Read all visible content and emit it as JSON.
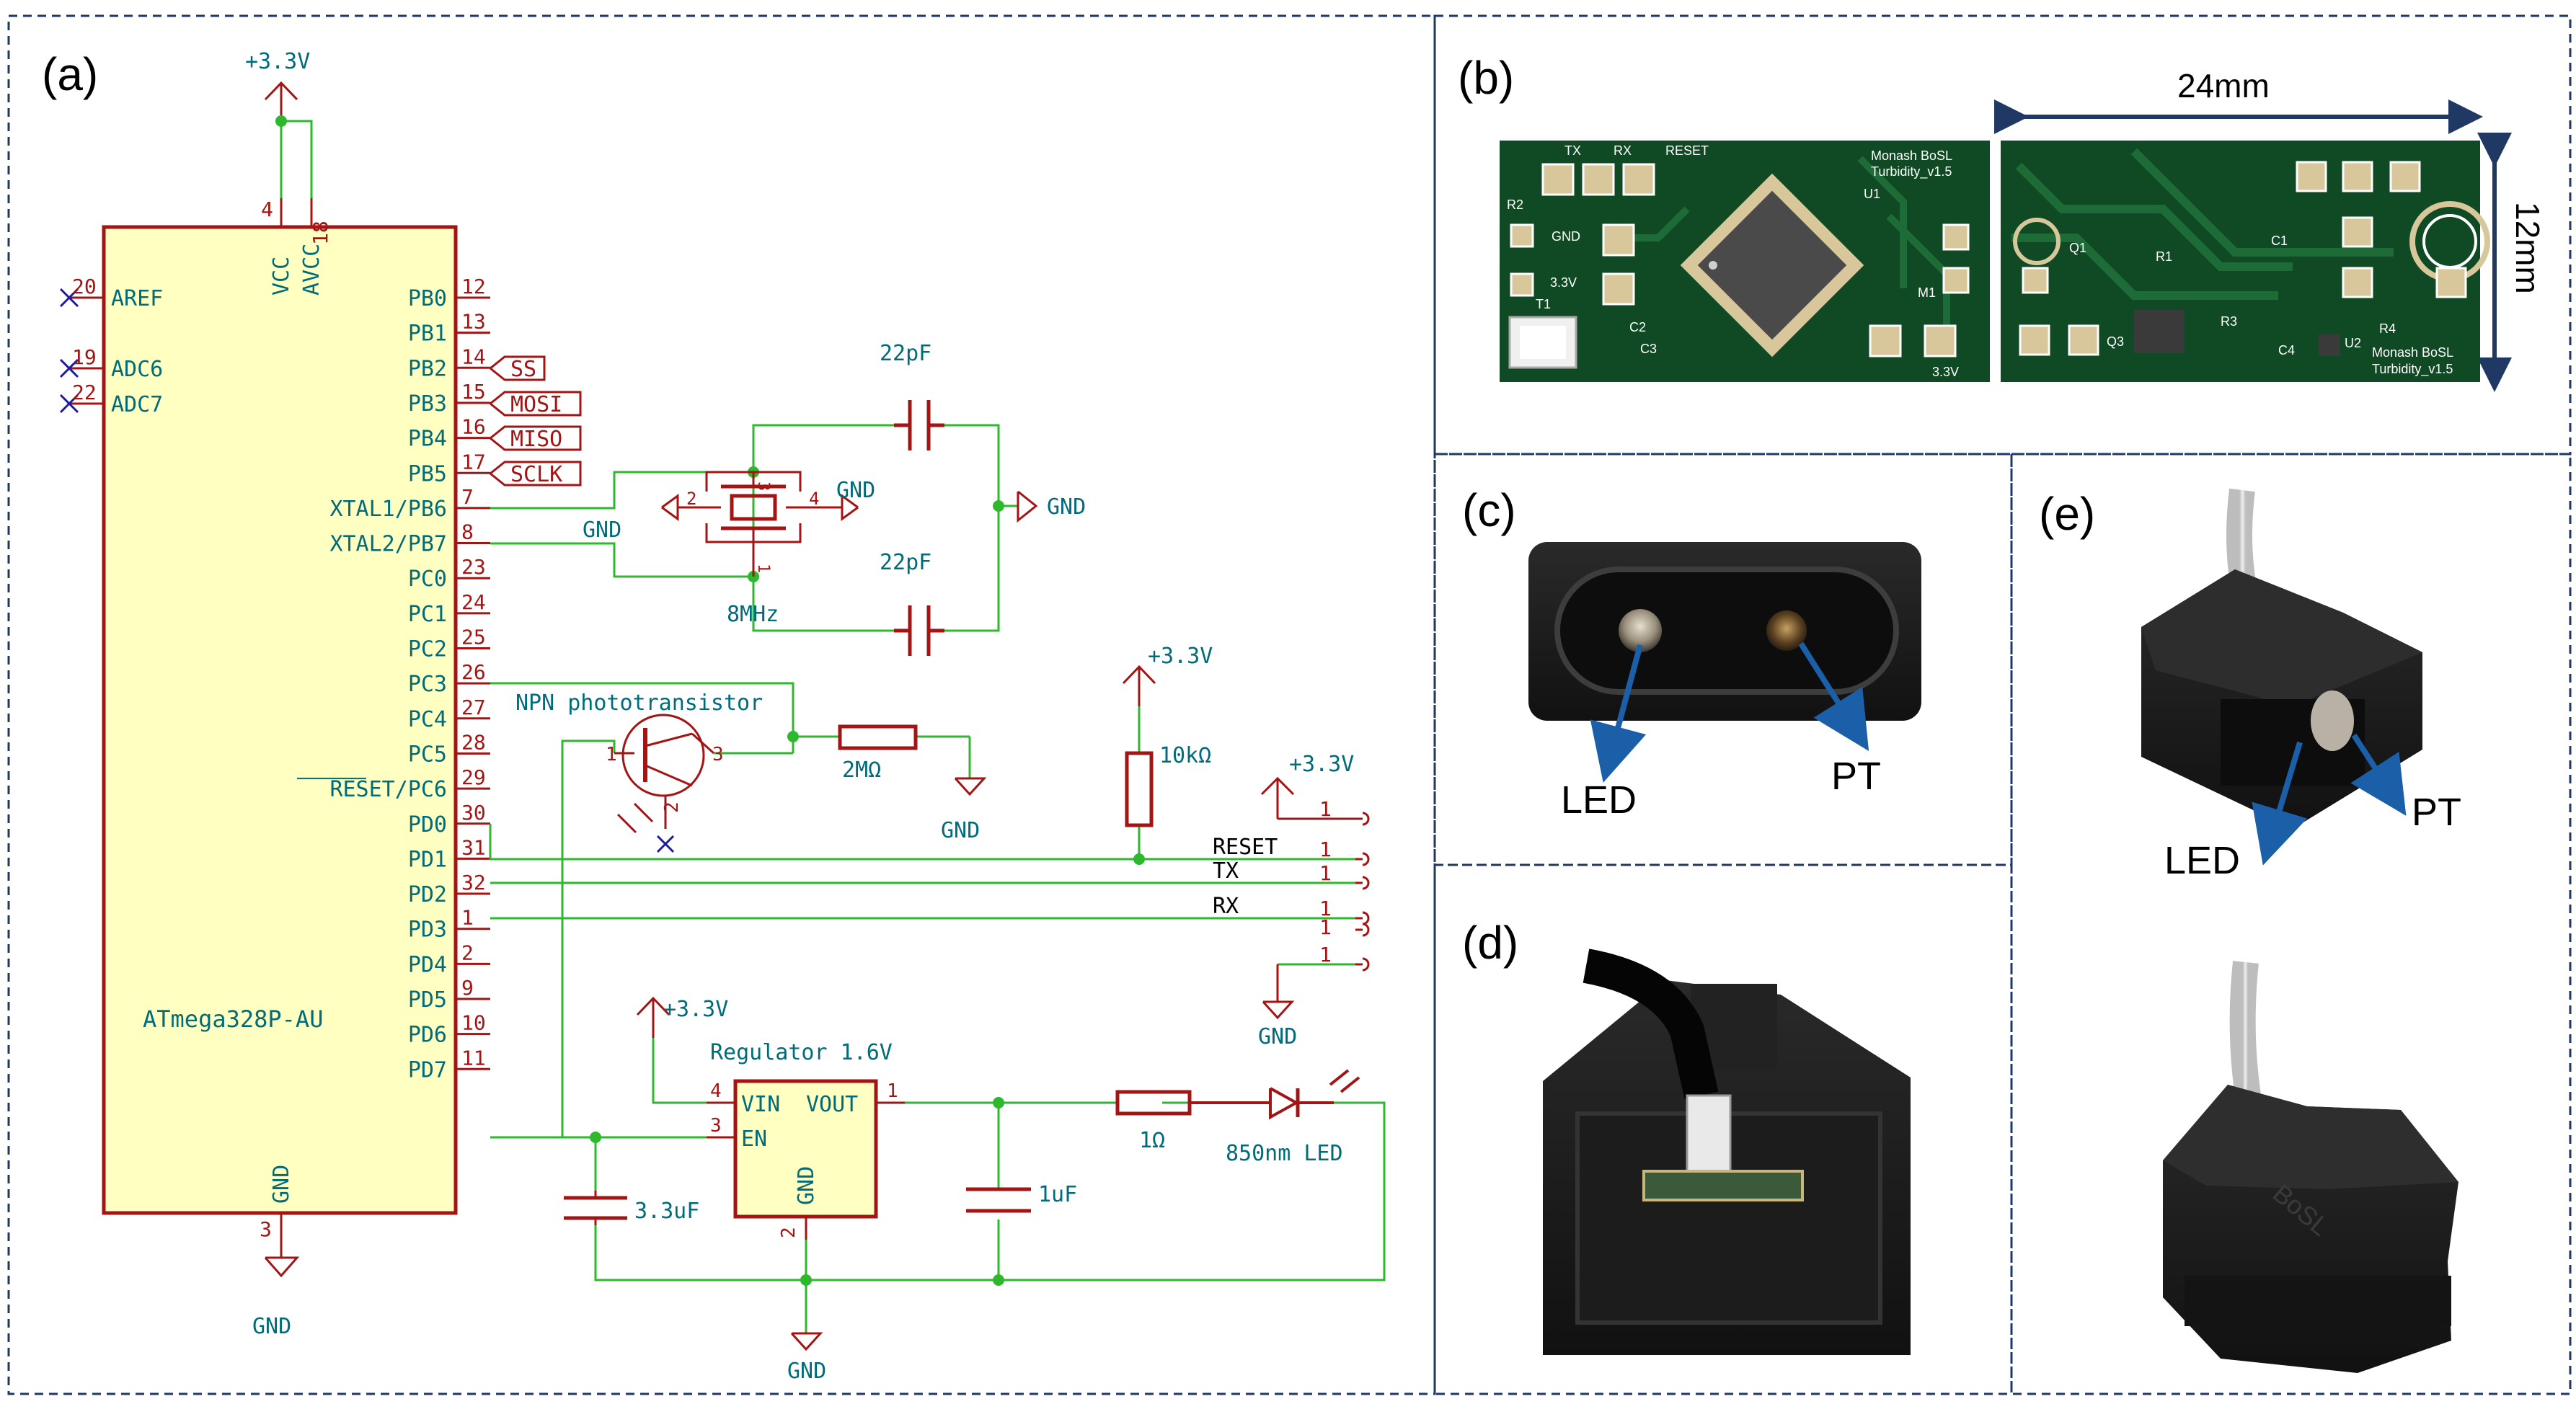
{
  "colors": {
    "wire": "#2eb82e",
    "component": "#a31515",
    "ic_fill": "#ffffc2",
    "text_teal": "#006c7a",
    "pin_red": "#a31515",
    "panel_border": "#1f3864",
    "arrow_blue": "#1a5fa8",
    "pcb_green": "#0f4a24",
    "pad_gold": "#d8c79a",
    "print_black": "#1b1b1b"
  },
  "panels": {
    "a": {
      "label": "(a)"
    },
    "b": {
      "label": "(b)",
      "dim_width": "24mm",
      "dim_height": "12mm",
      "silk": {
        "tx": "TX",
        "rx": "RX",
        "reset": "RESET",
        "r2": "R2",
        "gnd": "GND",
        "v33": "3.3V",
        "t1": "T1",
        "c2": "C2",
        "c3": "C3",
        "u1": "U1",
        "m1": "M1",
        "brand": "Monash BoSL",
        "model": "Turbidity_v1.5",
        "q1": "Q1",
        "r1": "R1",
        "c1": "C1",
        "q3": "Q3",
        "r3": "R3",
        "c4": "C4",
        "u2": "U2",
        "r4": "R4"
      }
    },
    "c": {
      "label": "(c)",
      "led": "LED",
      "pt": "PT"
    },
    "d": {
      "label": "(d)"
    },
    "e": {
      "label": "(e)",
      "led": "LED",
      "pt": "PT",
      "emboss": "BoSL"
    }
  },
  "schematic": {
    "mcu": {
      "name": "ATmega328P-AU",
      "top_pins": [
        {
          "num": "4",
          "name": "VCC"
        },
        {
          "num": "18",
          "name": "AVCC"
        }
      ],
      "gnd_pin": {
        "num": "3",
        "name": "GND"
      },
      "left_pins": [
        {
          "num": "20",
          "name": "AREF"
        },
        {
          "num": "19",
          "name": "ADC6"
        },
        {
          "num": "22",
          "name": "ADC7"
        }
      ],
      "right_pins": [
        {
          "num": "12",
          "name": "PB0"
        },
        {
          "num": "13",
          "name": "PB1"
        },
        {
          "num": "14",
          "name": "PB2"
        },
        {
          "num": "15",
          "name": "PB3"
        },
        {
          "num": "16",
          "name": "PB4"
        },
        {
          "num": "17",
          "name": "PB5"
        },
        {
          "num": "7",
          "name": "XTAL1/PB6"
        },
        {
          "num": "8",
          "name": "XTAL2/PB7"
        },
        {
          "num": "23",
          "name": "PC0"
        },
        {
          "num": "24",
          "name": "PC1"
        },
        {
          "num": "25",
          "name": "PC2"
        },
        {
          "num": "26",
          "name": "PC3"
        },
        {
          "num": "27",
          "name": "PC4"
        },
        {
          "num": "28",
          "name": "PC5"
        },
        {
          "num": "29",
          "name": "RESET/PC6"
        },
        {
          "num": "30",
          "name": "PD0"
        },
        {
          "num": "31",
          "name": "PD1"
        },
        {
          "num": "32",
          "name": "PD2"
        },
        {
          "num": "1",
          "name": "PD3"
        },
        {
          "num": "2",
          "name": "PD4"
        },
        {
          "num": "9",
          "name": "PD5"
        },
        {
          "num": "10",
          "name": "PD6"
        },
        {
          "num": "11",
          "name": "PD7"
        }
      ]
    },
    "labels": {
      "vcc_top": "+3.3V",
      "gnd_bottom": "GND",
      "ss": "SS",
      "mosi": "MOSI",
      "miso": "MISO",
      "sclk": "SCLK",
      "cap_top": "22pF",
      "cap_bottom": "22pF",
      "gnd_xtal_right": "GND",
      "gnd_xtal_left": "GND",
      "gnd_caps": "GND",
      "crystal": "8MHz",
      "xtal_pins": [
        "3",
        "2",
        "4",
        "1"
      ],
      "phototransistor": "NPN phototransistor",
      "pt_pins": [
        "1",
        "2",
        "3"
      ],
      "r_2m": "2MΩ",
      "gnd_pt": "GND",
      "vcc_reset": "+3.3V",
      "r_10k": "10kΩ",
      "vcc_header": "+3.3V",
      "reset": "RESET",
      "tx": "TX",
      "rx": "RX",
      "header_pins": [
        "1",
        "1",
        "1",
        "1",
        "1",
        "1"
      ],
      "gnd_header": "GND",
      "vcc_reg": "+3.3V",
      "regulator": "Regulator 1.6V",
      "vin": "VIN",
      "vout": "VOUT",
      "en": "EN",
      "reg_gnd": "GND",
      "reg_pin_vin": "4",
      "reg_pin_en": "3",
      "reg_pin_vout": "1",
      "reg_pin_gnd": "2",
      "c_3u3": "3.3uF",
      "c_1u": "1uF",
      "r_1": "1Ω",
      "led": "850nm LED",
      "gnd_reg": "GND"
    }
  }
}
